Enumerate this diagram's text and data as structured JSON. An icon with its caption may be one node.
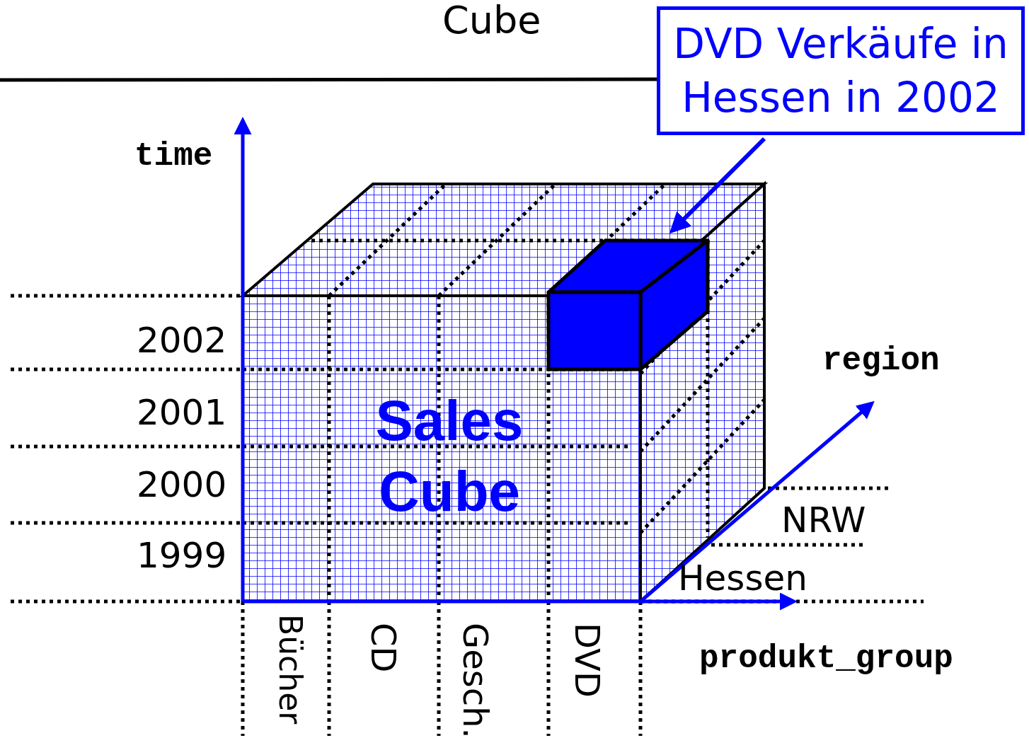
{
  "diagram": {
    "title": "Cube",
    "nodes": [
      {
        "text": [
          "DVD Verkäufe in Hessen in 2002"
        ]
      },
      {
        "text": [],
        "shape": "box"
      }
    ],
    "edges": [
      {
        "from": 0,
        "to": 1,
        "arrow": "to",
        "color": "#0000ff"
      }
    ],
    "labels": [
      "time",
      "2002",
      "region",
      "2001",
      "Sales Cube",
      "2000",
      "NRW",
      "1999",
      "Hessen",
      "produkt_group",
      "Bücher",
      "CD",
      "Gesch.",
      "DVD"
    ]
  }
}
